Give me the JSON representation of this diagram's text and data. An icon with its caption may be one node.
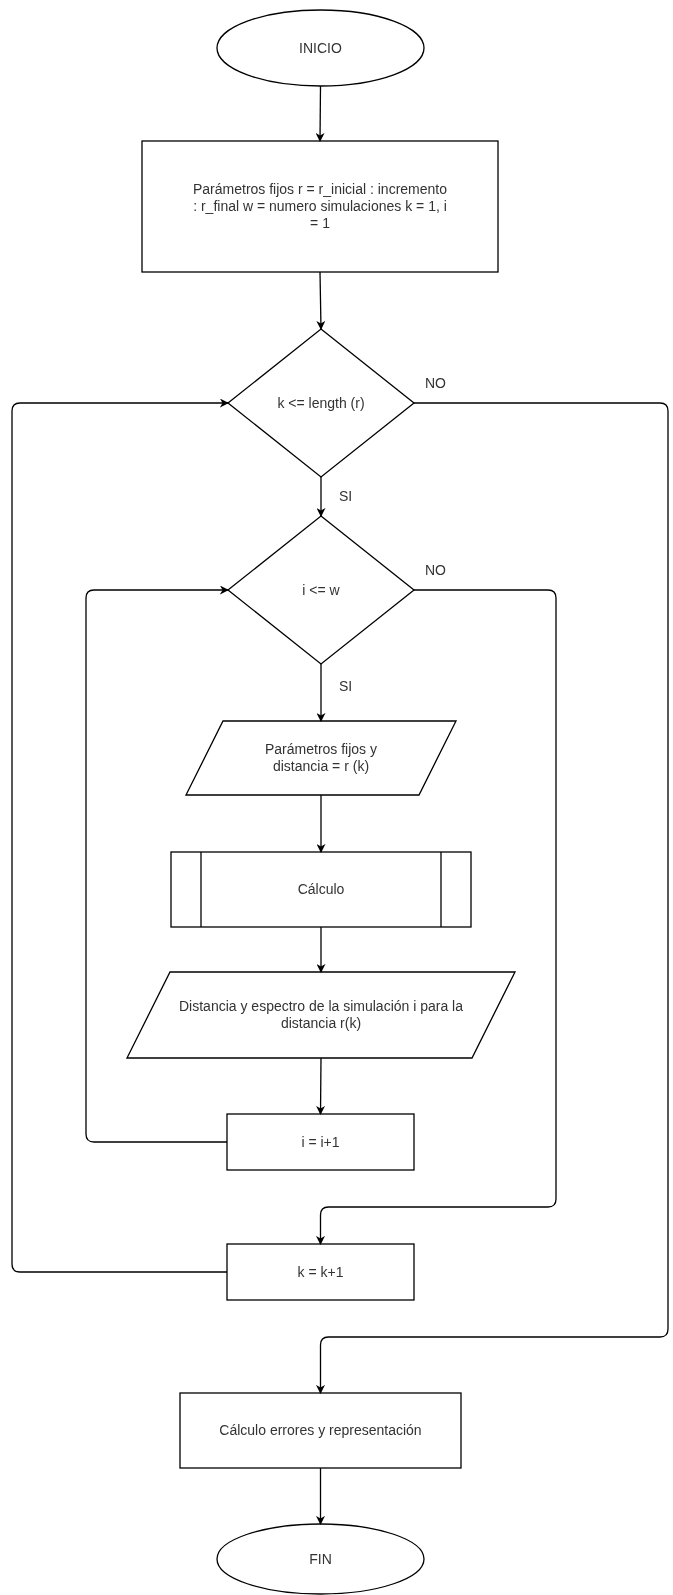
{
  "diagram": {
    "nodes": [
      {
        "text": [
          "INICIO"
        ]
      },
      {
        "text": [
          "Parámetros fijos r = r_inicial : incremento : r_final w = numero simulaciones k = 1, i = 1"
        ]
      },
      {
        "text": [
          "k <= length (r)"
        ]
      },
      {
        "text": [
          "i <= w"
        ]
      },
      {
        "text": [
          "Parámetros fijos y distancia = r (k)"
        ]
      },
      {
        "text": [
          "Cálculo"
        ]
      },
      {
        "text": [
          "Distancia y espectro de la simulación i para la distancia r(k)"
        ]
      },
      {
        "text": [
          "i = i+1"
        ]
      },
      {
        "text": [
          "k = k+1"
        ]
      },
      {
        "text": [
          "Cálculo errores y representación"
        ]
      },
      {
        "text": [
          "FIN"
        ]
      }
    ],
    "edges": [
      {
        "from": 0,
        "to": 1,
        "arrow": "to"
      },
      {
        "from": 1,
        "to": 2,
        "arrow": "to"
      },
      {
        "from": 2,
        "to": 3,
        "arrow": "to",
        "label": "SI"
      },
      {
        "from": 3,
        "to": 4,
        "arrow": "to",
        "label": "SI"
      },
      {
        "from": 4,
        "to": 5,
        "arrow": "to"
      },
      {
        "from": 5,
        "to": 6,
        "arrow": "to"
      },
      {
        "from": 6,
        "to": 7,
        "arrow": "to"
      },
      {
        "from": 7,
        "to": 3,
        "arrow": "to"
      },
      {
        "from": 3,
        "to": 8,
        "arrow": "to",
        "label": "NO"
      },
      {
        "from": 8,
        "to": 2,
        "arrow": "to"
      },
      {
        "from": 2,
        "to": 9,
        "arrow": "to",
        "label": "NO"
      },
      {
        "from": 9,
        "to": 10,
        "arrow": "to"
      }
    ]
  }
}
